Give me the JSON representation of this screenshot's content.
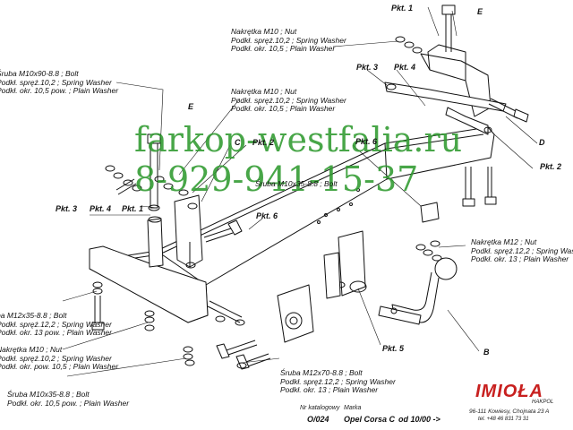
{
  "watermark": {
    "site": "farkop-westfalia.ru",
    "phone": "8-929-941-15-37"
  },
  "labels": {
    "nut_m10_top": [
      "Nakrętka  M10 ; Nut",
      "Podkł. spręż.10,2 ; Spring Washer",
      "Podkł. okr. 10,5 ; Plain Washer"
    ],
    "bolt_m10x90": [
      "Śruba M10x90-8.8 ;  Bolt",
      "Podkł. spręż.10,2 ; Spring Washer",
      "Podkł. okr. 10,5 pow. ; Plain Washer"
    ],
    "nut_m10_mid": [
      "Nakrętka  M10 ; Nut",
      "Podkł. spręż.10,2 ; Spring Washer",
      "Podkł. okr. 10,5 ; Plain Washer"
    ],
    "bolt_m10x35_center": "Śruba M10x35-8.8 ;  Bolt",
    "nut_m12": [
      "Nakrętka  M12 ; Nut",
      "Podkł. spręż.12,2 ; Spring Washer",
      "Podkł. okr. 13 ; Plain Washer"
    ],
    "bolt_m12x35_left": [
      "ba M12x35-8.8 ;  Bolt",
      "Podkł. spręż.12,2 ; Spring Washer",
      "Podkł. okr. 13 pow. ; Plain Washer"
    ],
    "nut_m10_bottom": [
      "Nakrętka  M10 ; Nut",
      "Podkł. spręż.10,2 ; Spring Washer",
      "Podkł. okr. pow. 10,5 ; Plain Washer"
    ],
    "bolt_m10x35_bottom": [
      "Śruba M10x35-8.8 ;  Bolt",
      "Podkł. okr. 10,5 pow. ; Plain Washer"
    ],
    "bolt_m12x70": [
      "Śruba M12x70-8.8 ;  Bolt",
      "Podkł. spręż.12,2 ; Spring Washer",
      "Podkł. okr. 13 ; Plain Washer"
    ]
  },
  "points": {
    "pkt1_top": "Pkt. 1",
    "pkt3_top": "Pkt. 3",
    "pkt4_top": "Pkt. 4",
    "pkt6_right": "Pkt. 6",
    "pkt2_right": "Pkt. 2",
    "pkt2_mid": "Pkt. 2",
    "pkt3_left": "Pkt. 3",
    "pkt4_left": "Pkt. 4",
    "pkt1_left": "Pkt. 1",
    "pkt6_mid": "Pkt. 6",
    "pkt5": "Pkt. 5",
    "e_top": "E",
    "e_left": "E",
    "c": "C",
    "d": "D",
    "b": "B"
  },
  "footer": {
    "catalog_label": "Nr katalogowy",
    "catalog_value": "O/024",
    "brand_label": "Marka",
    "brand_value": "Opel Corsa C",
    "date_value": "od  10/00 ->",
    "company_logo": "IMIOŁA",
    "company_sub": "HAKPOL",
    "address": "96-111 Kowiesy, Chojnata 23 A",
    "phone": "tel. +48 46 831 73 31"
  }
}
